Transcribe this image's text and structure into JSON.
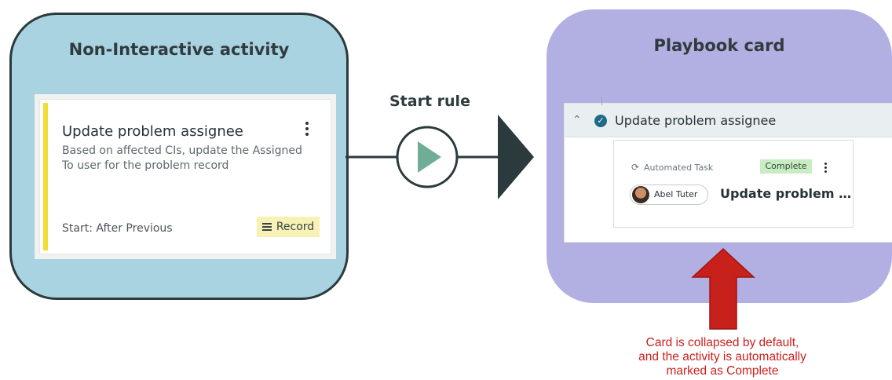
{
  "left_panel": {
    "title": "Non-Interactive activity",
    "card": {
      "title": "Update problem assignee",
      "description": "Based on affected CIs, update the Assigned To user for the problem record",
      "start": "Start: After Previous",
      "record_label": "Record",
      "accent_color": "#f1dd36"
    },
    "color": "#a9d3e0"
  },
  "connector": {
    "label": "Start rule",
    "play_color": "#6fae94",
    "arrow_color": "#2b3a3d"
  },
  "right_panel": {
    "title": "Playbook card",
    "color": "#b2b0e2",
    "header_title": "Update problem assignee",
    "task": {
      "type": "Automated Task",
      "status": "Complete",
      "assignee": "Abel Tuter",
      "name": "Update problem …"
    }
  },
  "annotation": {
    "line1": "Card is collapsed by default,",
    "line2": "and the activity is automatically",
    "line3": "marked as Complete",
    "color": "#cc1f1a"
  }
}
